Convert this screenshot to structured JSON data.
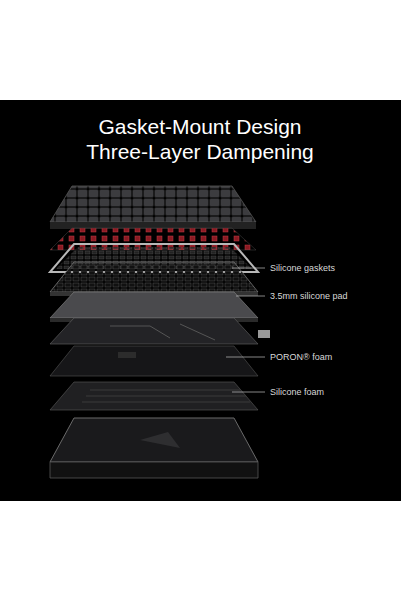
{
  "diagram": {
    "title": "Gasket-Mount Design Three-Layer Dampening",
    "labels": [
      "Silicone gaskets",
      "3.5mm silicone pad",
      "PORON® foam",
      "Silicone foam"
    ]
  }
}
